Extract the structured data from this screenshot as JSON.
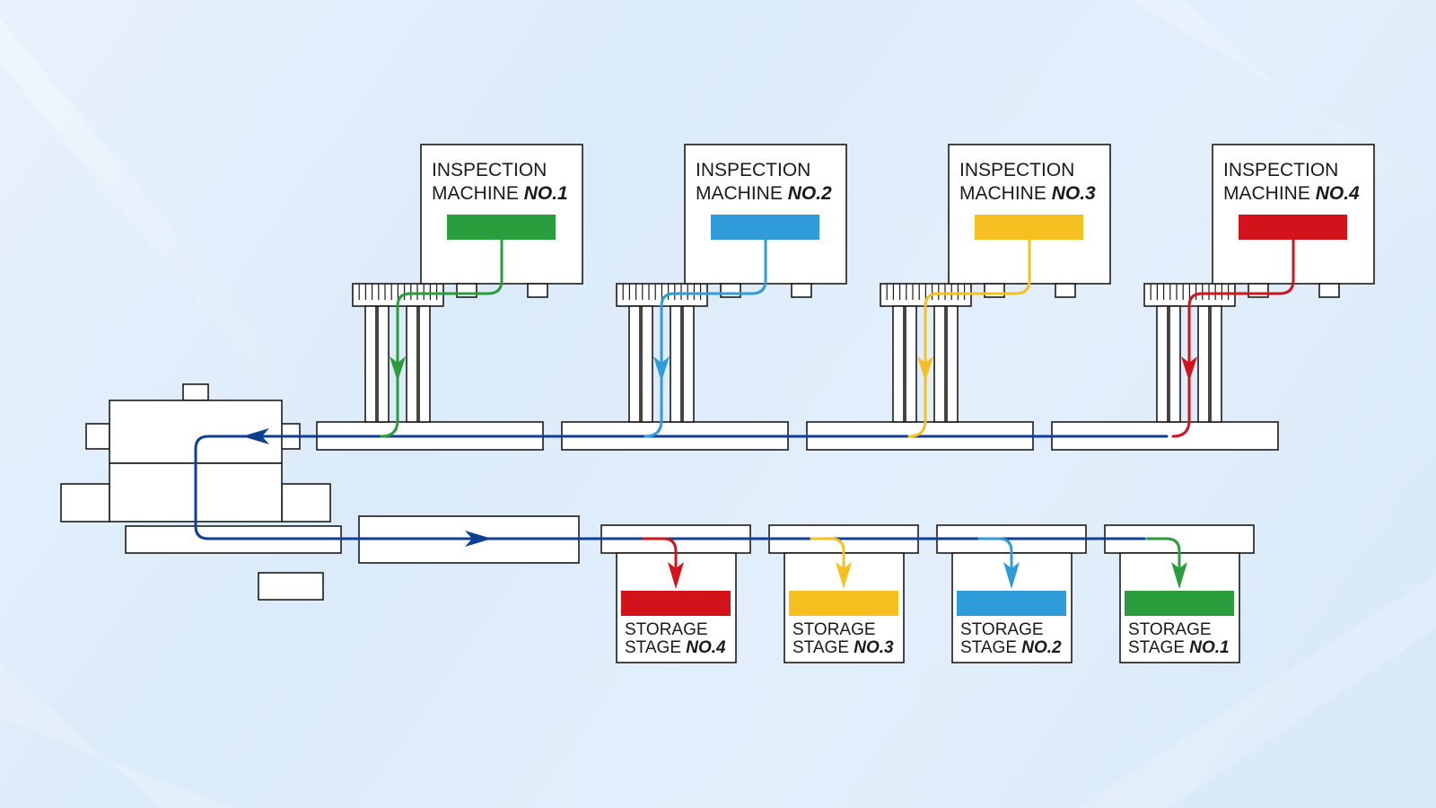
{
  "colors": {
    "green": "#2a9d3c",
    "blue": "#2f9bd8",
    "yellow": "#f5c020",
    "red": "#d3131b",
    "main_flow": "#0f3f95",
    "outline": "#1a1a1a"
  },
  "inspection_machines": [
    {
      "line1": "INSPECTION",
      "line2": "MACHINE ",
      "number": "NO.1",
      "color": "#2a9d3c"
    },
    {
      "line1": "INSPECTION",
      "line2": "MACHINE ",
      "number": "NO.2",
      "color": "#2f9bd8"
    },
    {
      "line1": "INSPECTION",
      "line2": "MACHINE ",
      "number": "NO.3",
      "color": "#f5c020"
    },
    {
      "line1": "INSPECTION",
      "line2": "MACHINE ",
      "number": "NO.4",
      "color": "#d3131b"
    }
  ],
  "storage_stages": [
    {
      "line1": "STORAGE",
      "line2": "STAGE ",
      "number": "NO.4",
      "color": "#d3131b"
    },
    {
      "line1": "STORAGE",
      "line2": "STAGE ",
      "number": "NO.3",
      "color": "#f5c020"
    },
    {
      "line1": "STORAGE",
      "line2": "STAGE ",
      "number": "NO.2",
      "color": "#2f9bd8"
    },
    {
      "line1": "STORAGE",
      "line2": "STAGE ",
      "number": "NO.1",
      "color": "#2a9d3c"
    }
  ]
}
